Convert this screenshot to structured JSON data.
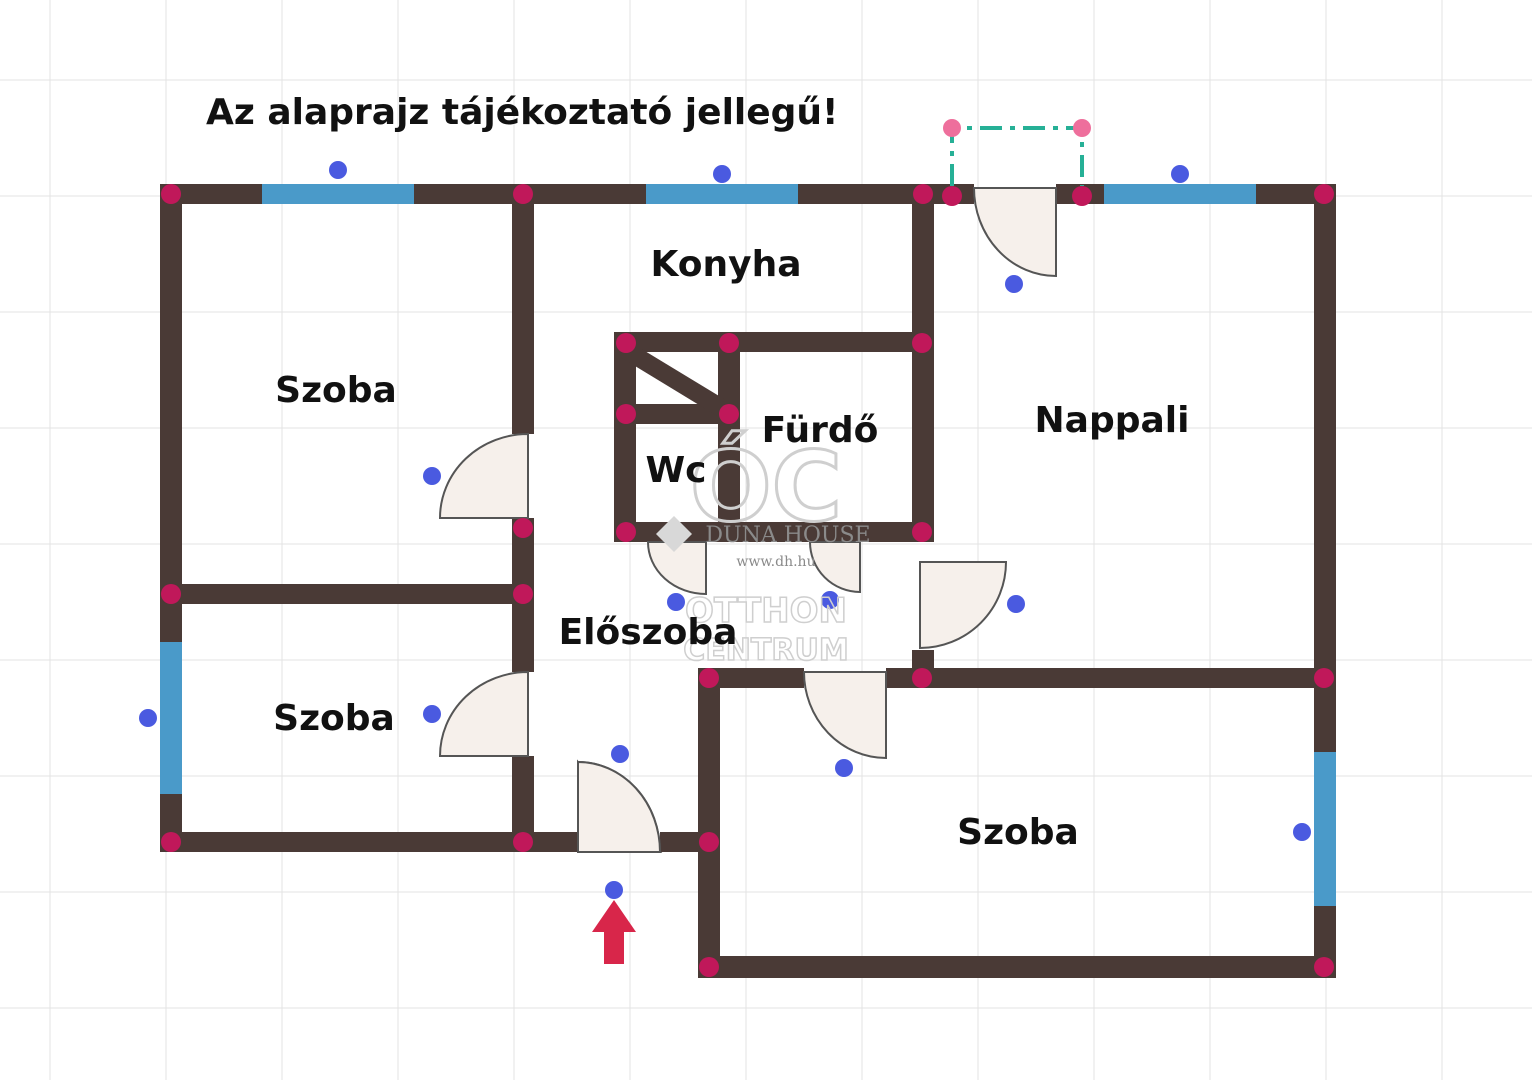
{
  "title": "Az alaprajz tájékoztató jellegű!",
  "rooms": {
    "szoba_1": "Szoba",
    "szoba_2": "Szoba",
    "szoba_3": "Szoba",
    "konyha": "Konyha",
    "furdo": "Fürdő",
    "wc": "Wc",
    "nappali": "Nappali",
    "eloszoba": "Előszoba"
  },
  "watermark": {
    "monogram": "ÓC",
    "brand": "DUNA HOUSE",
    "url": "www.dh.hu",
    "line1": "OTTHON",
    "line2": "CENTRUM"
  },
  "colors": {
    "wall": "#4a3a36",
    "window": "#4a9ac9",
    "node": "#c0185a",
    "handle": "#4a5ae0",
    "door_fill": "#f6f0eb",
    "entrance_arrow": "#d8264a",
    "balcony_dash": "#26b096",
    "balcony_node": "#ee6f9c",
    "grid": "#e3e3e3"
  }
}
